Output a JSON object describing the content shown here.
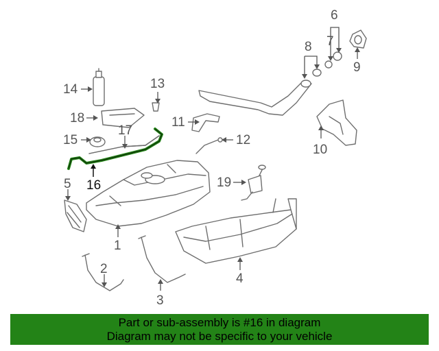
{
  "diagram": {
    "highlighted_part": "16",
    "callouts": [
      "1",
      "2",
      "3",
      "4",
      "5",
      "6",
      "7",
      "8",
      "9",
      "10",
      "11",
      "12",
      "13",
      "14",
      "15",
      "16",
      "17",
      "18",
      "19"
    ],
    "highlight_color": "#238317"
  },
  "banner": {
    "line1": "Part or sub-assembly is #16 in diagram",
    "line2": "Diagram may not be specific to your vehicle",
    "background": "#238317"
  }
}
